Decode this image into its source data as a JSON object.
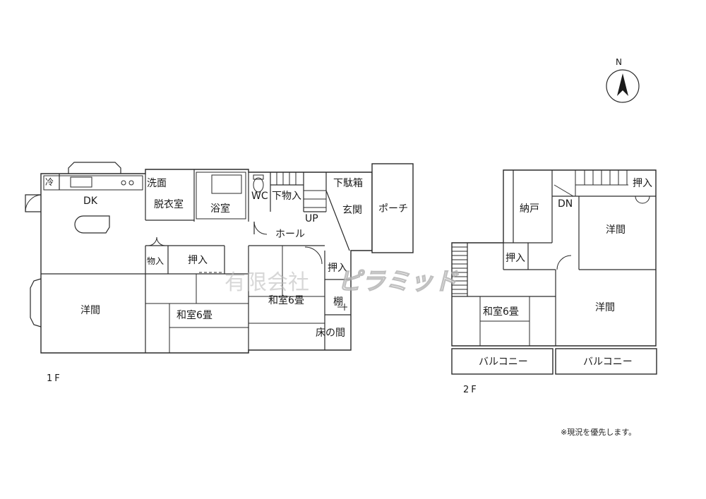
{
  "floors": {
    "first": {
      "label": "1F",
      "rooms": {
        "rei": "冷",
        "dk": "DK",
        "senmen": "洗面",
        "datsuishitsu": "脱衣室",
        "yokushitsu": "浴室",
        "wc": "WC",
        "shita_mono": "下物入",
        "up": "UP",
        "shita_getabako": "下駄箱",
        "genkan": "玄関",
        "porch": "ポーチ",
        "hall": "ホール",
        "monoire": "物入",
        "oshiire_a": "押入",
        "oshiire_b": "押入",
        "youma": "洋間",
        "washitsu_a": "和室6畳",
        "washitsu_b": "和室6畳",
        "tana": "棚",
        "tokonoma": "床の間"
      }
    },
    "second": {
      "label": "2F",
      "rooms": {
        "nando": "納戸",
        "dn": "DN",
        "oshiire_top": "押入",
        "youma_ne": "洋間",
        "oshiire_mid": "押入",
        "washitsu": "和室6畳",
        "youma_e": "洋間",
        "balcony_a": "バルコニー",
        "balcony_b": "バルコニー"
      }
    }
  },
  "compass": {
    "label": "N"
  },
  "watermark": {
    "company": "有限会社",
    "brand": "ピラミッド"
  },
  "note": "※現況を優先します。"
}
